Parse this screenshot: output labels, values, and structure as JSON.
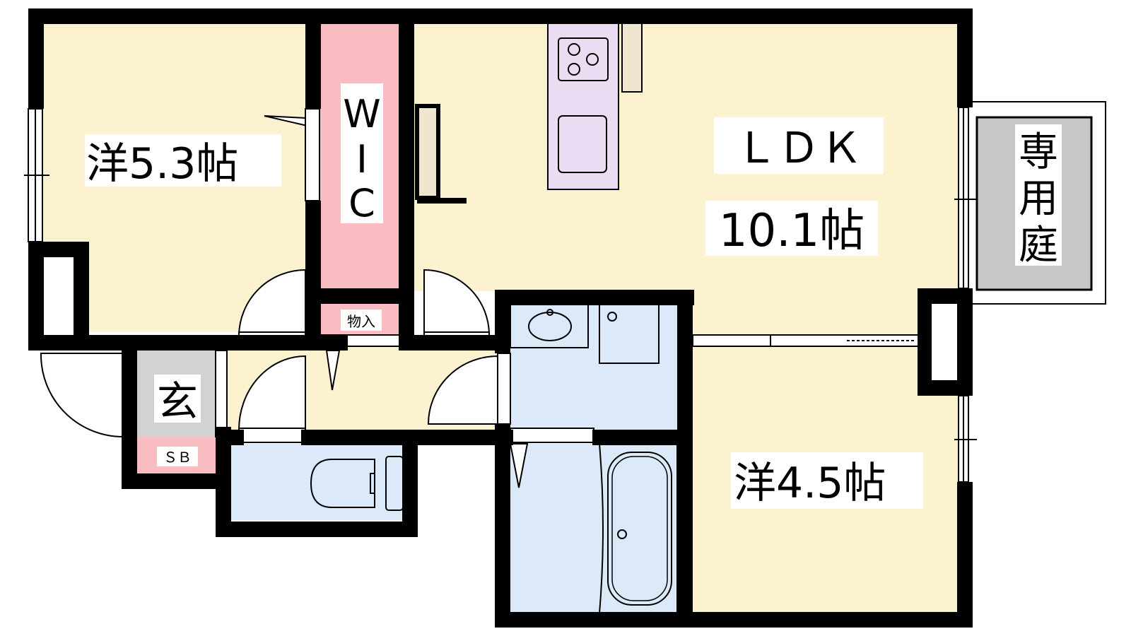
{
  "rooms": {
    "western_room_1": "洋5.3帖",
    "wic": [
      "W",
      "I",
      "C"
    ],
    "storage": "物入",
    "ldk_title": "ＬＤＫ",
    "ldk_size": "10.1帖",
    "private_garden": [
      "専",
      "用",
      "庭"
    ],
    "entrance": "玄",
    "shoe_box": "ＳＢ",
    "western_room_2": "洋4.5帖"
  },
  "colors": {
    "living_floor": "#fdf2cf",
    "closet": "#f9bcc0",
    "wet_area": "#dbe9f8",
    "kitchen": "#eadcf2",
    "entrance": "#d2d2d2",
    "garden": "#c8c8c8",
    "wall": "#000000"
  }
}
